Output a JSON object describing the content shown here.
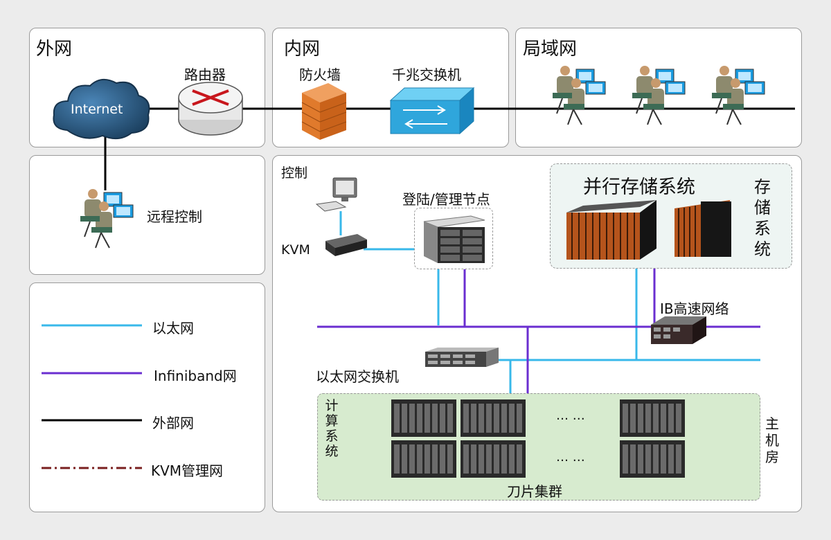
{
  "panels": {
    "outer_net": "外网",
    "inner_net": "内网",
    "lan": "局域网"
  },
  "devices": {
    "internet": "Internet",
    "router": "路由器",
    "firewall": "防火墙",
    "gigabit_switch": "千兆交换机",
    "remote_control": "远程控制",
    "control": "控制",
    "kvm": "KVM",
    "login_node": "登陆/管理节点",
    "storage_title": "并行存储系统",
    "storage_side": "存储系统",
    "ib_network": "IB高速网络",
    "eth_switch": "以太网交换机",
    "compute_system": "计算系统",
    "ellipsis_1": "… …",
    "ellipsis_2": "… …",
    "blade_cluster": "刀片集群",
    "main_room": "主机房"
  },
  "legend": {
    "items": [
      {
        "label": "以太网",
        "color": "#38b8ea",
        "style": "solid"
      },
      {
        "label": "Infiniband网",
        "color": "#6a2ed0",
        "style": "solid"
      },
      {
        "label": "外部网",
        "color": "#000000",
        "style": "solid"
      },
      {
        "label": "KVM管理网",
        "color": "#7a1f1f",
        "style": "dash-dot"
      }
    ]
  },
  "colors": {
    "ethernet": "#38b8ea",
    "infiniband": "#6a2ed0",
    "external": "#000000",
    "compute_bg": "#d7ebcf",
    "storage_bg": "#eef5f3"
  }
}
